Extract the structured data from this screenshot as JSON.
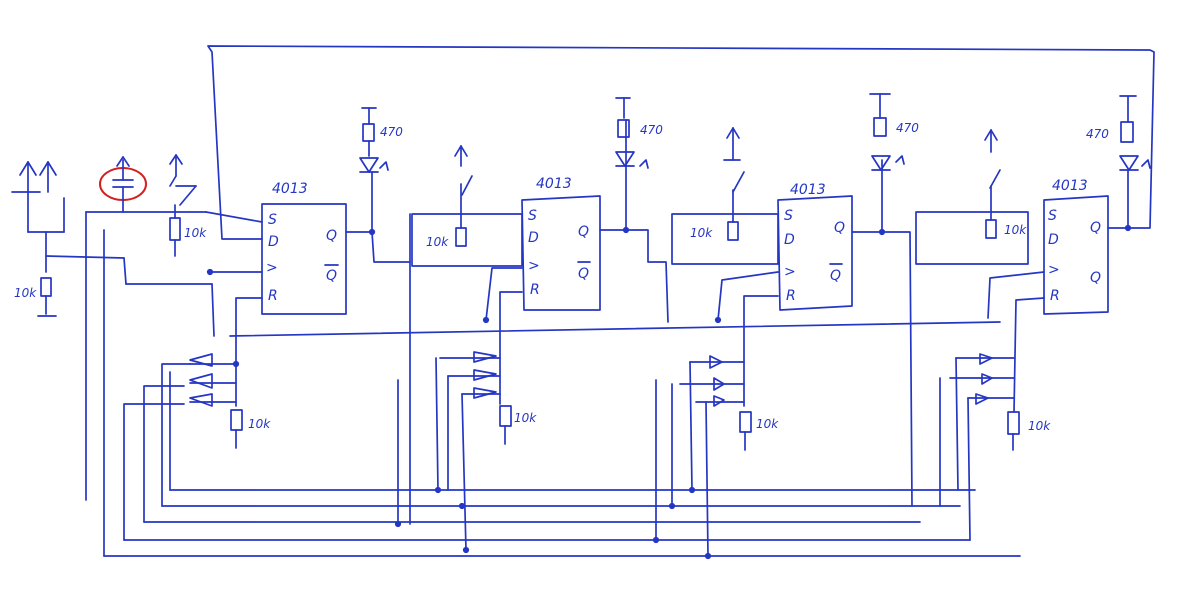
{
  "chips": [
    {
      "part": "4013",
      "pins": {
        "s": "S",
        "d": "D",
        "clk": ">",
        "r": "R",
        "q": "Q",
        "qbar": "Q"
      }
    },
    {
      "part": "4013",
      "pins": {
        "s": "S",
        "d": "D",
        "clk": ">",
        "r": "R",
        "q": "Q",
        "qbar": "Q"
      }
    },
    {
      "part": "4013",
      "pins": {
        "s": "S",
        "d": "D",
        "clk": ">",
        "r": "R",
        "q": "Q",
        "qbar": "Q"
      }
    },
    {
      "part": "4013",
      "pins": {
        "s": "S",
        "d": "D",
        "clk": ">",
        "r": "R",
        "q": "Q",
        "qbar": "Q"
      }
    }
  ],
  "led_resistor": "470",
  "resistor_10k": "10k",
  "input_resistor": "10k",
  "colors": {
    "ink": "#2536c4",
    "highlight": "#d42020",
    "paper": "#ffffff"
  }
}
